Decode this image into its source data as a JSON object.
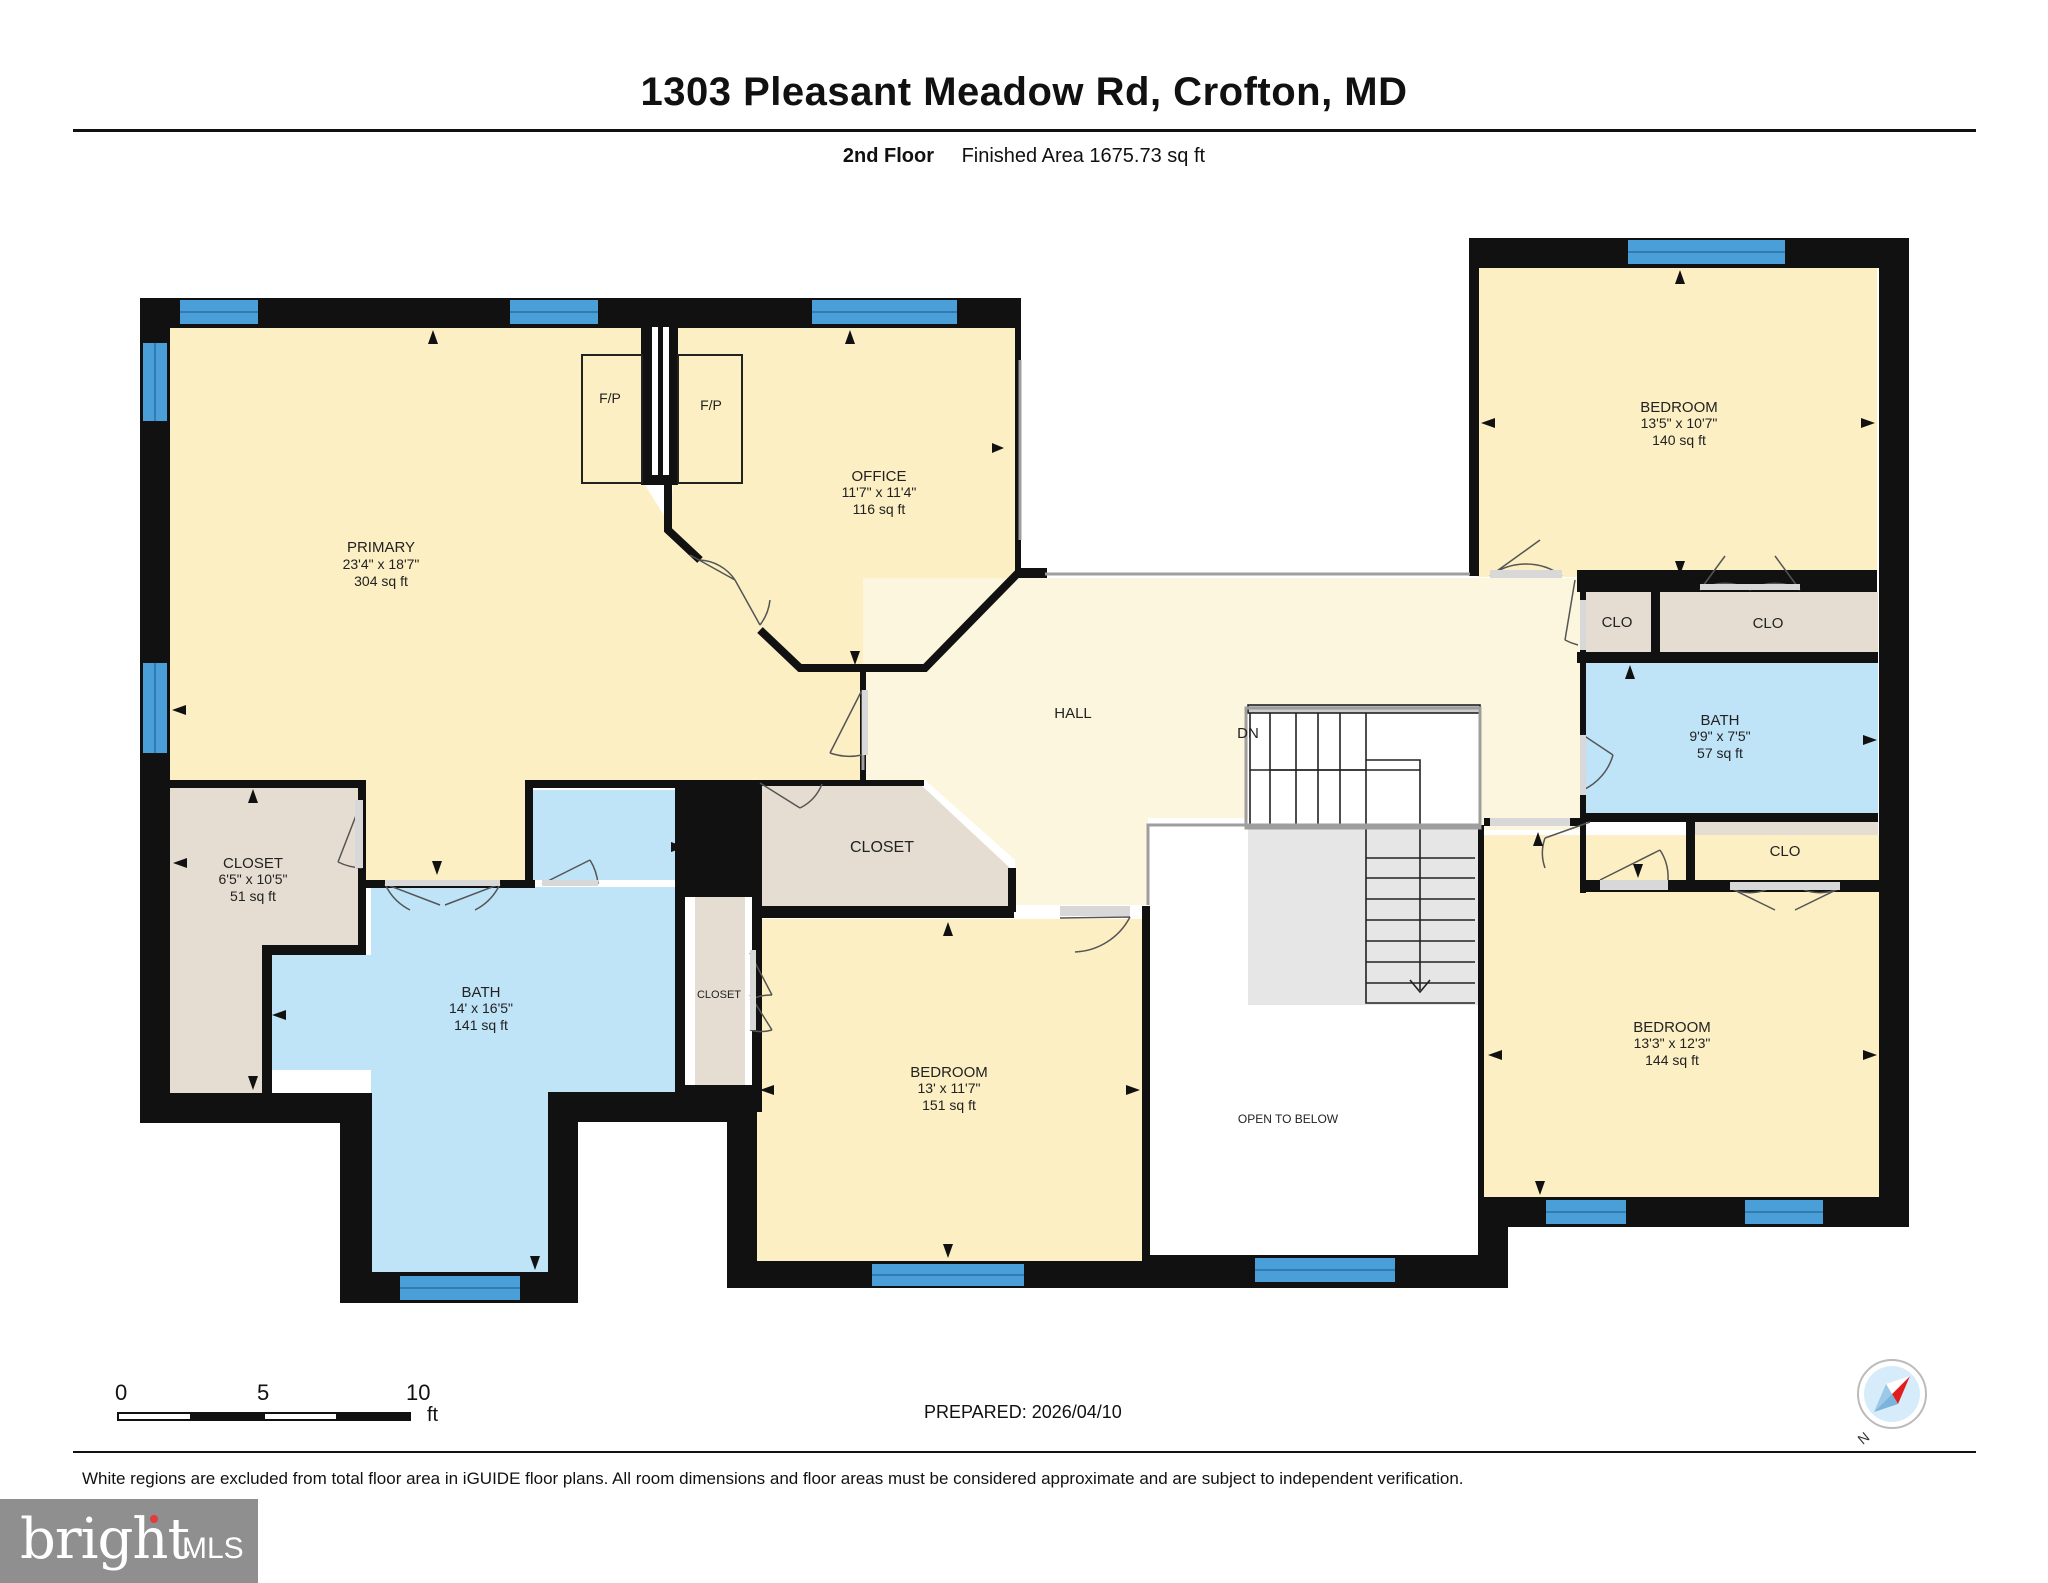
{
  "header": {
    "title": "1303 Pleasant Meadow Rd, Crofton, MD",
    "floor": "2nd Floor",
    "finished_area": "Finished Area 1675.73 sq ft"
  },
  "rooms": {
    "primary": {
      "name": "PRIMARY",
      "dims": "23'4\" x 18'7\"",
      "area": "304 sq ft"
    },
    "office": {
      "name": "OFFICE",
      "dims": "11'7\" x 11'4\"",
      "area": "116 sq ft"
    },
    "fp_left": "F/P",
    "fp_right": "F/P",
    "bedroom_ne": {
      "name": "BEDROOM",
      "dims": "13'5\" x 10'7\"",
      "area": "140 sq ft"
    },
    "clo_small": "CLO",
    "clo_wide": "CLO",
    "hall": "HALL",
    "dn": "DN",
    "bath_e": {
      "name": "BATH",
      "dims": "9'9\" x 7'5\"",
      "area": "57 sq ft"
    },
    "clo_e": "CLO",
    "closet_center": "CLOSET",
    "closet_primary": {
      "name": "CLOSET",
      "dims": "6'5\" x 10'5\"",
      "area": "51 sq ft"
    },
    "bath_primary": {
      "name": "BATH",
      "dims": "14' x 16'5\"",
      "area": "141 sq ft"
    },
    "closet_small": "CLOSET",
    "bedroom_s": {
      "name": "BEDROOM",
      "dims": "13' x 11'7\"",
      "area": "151 sq ft"
    },
    "open_to_below": "OPEN TO BELOW",
    "bedroom_se": {
      "name": "BEDROOM",
      "dims": "13'3\" x 12'3\"",
      "area": "144 sq ft"
    }
  },
  "scale": {
    "ticks": [
      "0",
      "5",
      "10"
    ],
    "unit": "ft"
  },
  "prepared": "PREPARED: 2026/04/10",
  "compass_label": "N",
  "footnote": "White regions are excluded from total floor area in iGUIDE floor plans. All room dimensions and floor areas must be considered approximate and are subject to independent verification.",
  "logo": {
    "text": "bright",
    "suffix": "MLS"
  },
  "colors": {
    "wall": "#111111",
    "window": "#4a9fd8",
    "bedroom_fill": "#fbefc3",
    "bath_fill": "#bfe3f7",
    "closet_fill": "#e5ddd1",
    "hall_fill": "#fdf6de",
    "stairs_fill": "#e6e6e6"
  }
}
